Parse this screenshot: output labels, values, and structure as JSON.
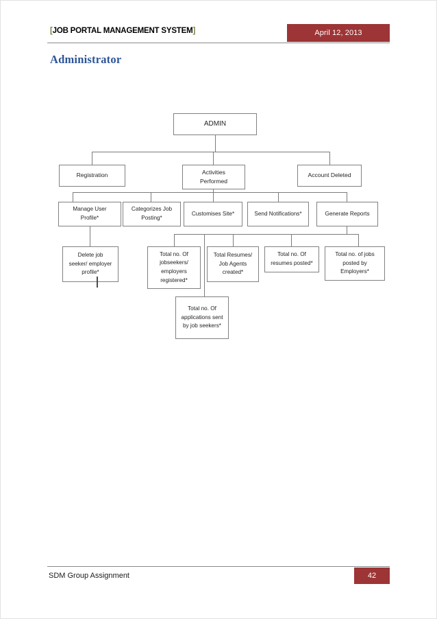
{
  "header": {
    "bracket_open": "[",
    "title": "JOB PORTAL MANAGEMENT SYSTEM",
    "bracket_close": "]",
    "date": "April 12, 2013",
    "badge_color": "#9d3436",
    "bracket_color": "#7c7c3f"
  },
  "section": {
    "heading": "Administrator",
    "heading_color": "#2d5496"
  },
  "chart_data": {
    "type": "diagram",
    "title": "Administrator",
    "nodes": [
      {
        "id": "admin",
        "label": "ADMIN",
        "level": 0
      },
      {
        "id": "registration",
        "label": "Registration",
        "level": 1
      },
      {
        "id": "activities",
        "label": "Activities Performed",
        "level": 1
      },
      {
        "id": "account-deleted",
        "label": "Account Deleted",
        "level": 1
      },
      {
        "id": "manage-user-profile",
        "label": "Manage User Profile*",
        "level": 2
      },
      {
        "id": "categorizes-job-posting",
        "label": "Categorizes Job Posting*",
        "level": 2
      },
      {
        "id": "customises-site",
        "label": "Customises Site*",
        "level": 2
      },
      {
        "id": "send-notifications",
        "label": "Send Notifications*",
        "level": 2
      },
      {
        "id": "generate-reports",
        "label": "Generate Reports",
        "level": 2
      },
      {
        "id": "delete-profile",
        "label": "Delete job seeker/ employer profile*",
        "level": 3
      },
      {
        "id": "total-jobseekers",
        "label": "Total no. Of jobseekers/ employers registered*",
        "level": 3
      },
      {
        "id": "total-resumes-agents",
        "label": "Total Resumes/ Job Agents created*",
        "level": 3
      },
      {
        "id": "total-resumes-posted",
        "label": "Total no. Of resumes posted*",
        "level": 3
      },
      {
        "id": "total-jobs-posted",
        "label": "Total no. of jobs posted by Employers*",
        "level": 3
      },
      {
        "id": "total-applications",
        "label": "Total no. Of applications sent by job seekers*",
        "level": 4
      }
    ],
    "edges": [
      {
        "from": "admin",
        "to": "registration"
      },
      {
        "from": "admin",
        "to": "activities"
      },
      {
        "from": "admin",
        "to": "account-deleted"
      },
      {
        "from": "activities",
        "to": "manage-user-profile"
      },
      {
        "from": "activities",
        "to": "categorizes-job-posting"
      },
      {
        "from": "activities",
        "to": "customises-site"
      },
      {
        "from": "activities",
        "to": "send-notifications"
      },
      {
        "from": "activities",
        "to": "generate-reports"
      },
      {
        "from": "manage-user-profile",
        "to": "delete-profile"
      },
      {
        "from": "generate-reports",
        "to": "total-jobseekers"
      },
      {
        "from": "generate-reports",
        "to": "total-resumes-agents"
      },
      {
        "from": "generate-reports",
        "to": "total-resumes-posted"
      },
      {
        "from": "generate-reports",
        "to": "total-jobs-posted"
      },
      {
        "from": "generate-reports",
        "to": "total-applications"
      }
    ],
    "node_lines": {
      "admin": [
        "ADMIN"
      ],
      "registration": [
        "Registration"
      ],
      "activities_l1": "Activities",
      "activities_l2": "Performed",
      "account_deleted": [
        "Account Deleted"
      ],
      "manage_user_profile_l1": "Manage User",
      "manage_user_profile_l2": "Profile*",
      "categorizes_l1": "Categorizes Job",
      "categorizes_l2": "Posting*",
      "customises": "Customises Site*",
      "send_notifications": "Send Notifications*",
      "generate_reports": "Generate Reports",
      "delete_profile_l1": "Delete job",
      "delete_profile_l2": "seeker/ employer",
      "delete_profile_l3": "profile*",
      "total_jobseekers_l1": "Total no. Of",
      "total_jobseekers_l2": "jobseekers/",
      "total_jobseekers_l3": "employers",
      "total_jobseekers_l4": "registered*",
      "total_resumes_agents_l1": "Total Resumes/",
      "total_resumes_agents_l2": "Job Agents",
      "total_resumes_agents_l3": "created*",
      "total_resumes_posted_l1": "Total no. Of",
      "total_resumes_posted_l2": "resumes posted*",
      "total_jobs_posted_l1": "Total no. of jobs",
      "total_jobs_posted_l2": "posted by",
      "total_jobs_posted_l3": "Employers*",
      "total_applications_l1": "Total no. Of",
      "total_applications_l2": "applications sent",
      "total_applications_l3": "by job seekers*"
    }
  },
  "footer": {
    "text": "SDM Group Assignment",
    "page_number": "42",
    "badge_color": "#9d3436"
  }
}
